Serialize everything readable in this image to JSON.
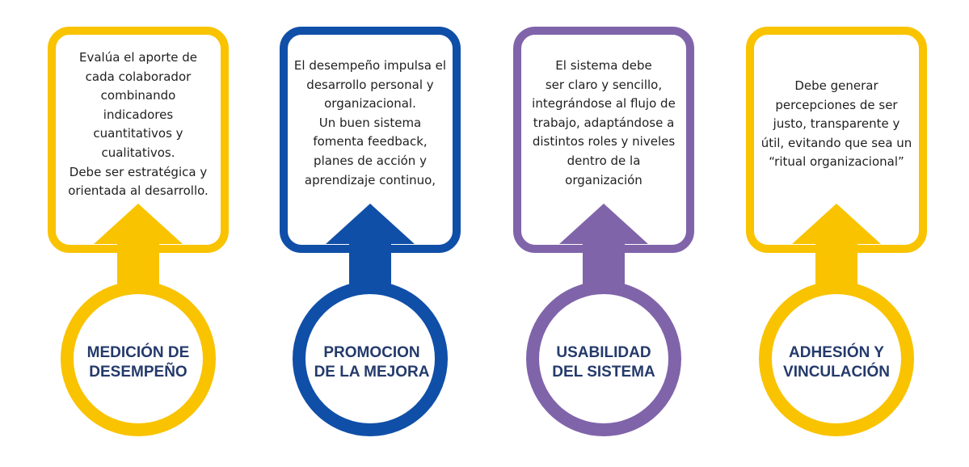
{
  "colors": {
    "yellow": "#F9C300",
    "blue": "#0F4FA8",
    "purple": "#8064AA",
    "label": "#243A6B",
    "text": "#1F1F1F"
  },
  "cards": [
    {
      "color": "#F9C300",
      "text": "Evalúa el aporte de\ncada colaborador\ncombinando\nindicadores\ncuantitativos y\ncualitativos.\nDebe ser estratégica y\norientada al desarrollo.",
      "label": "MEDICIÓN DE\nDESEMPEÑO"
    },
    {
      "color": "#0F4FA8",
      "text": "El desempeño impulsa el\ndesarrollo personal y\norganizacional.\nUn buen sistema\nfomenta feedback,\nplanes de acción y\naprendizaje continuo,",
      "label": "PROMOCION\nDE LA MEJORA"
    },
    {
      "color": "#8064AA",
      "text": "El sistema debe\nser claro y sencillo,\nintegrándose al flujo de\ntrabajo, adaptándose a\ndistintos roles y niveles\ndentro de la\norganización",
      "label": "USABILIDAD\nDEL SISTEMA"
    },
    {
      "color": "#F9C300",
      "text": "Debe generar\npercepciones de ser\njusto, transparente y\nútil, evitando que sea un\n“ritual organizacional”",
      "label": "ADHESIÓN Y\nVINCULACIÓN"
    }
  ]
}
